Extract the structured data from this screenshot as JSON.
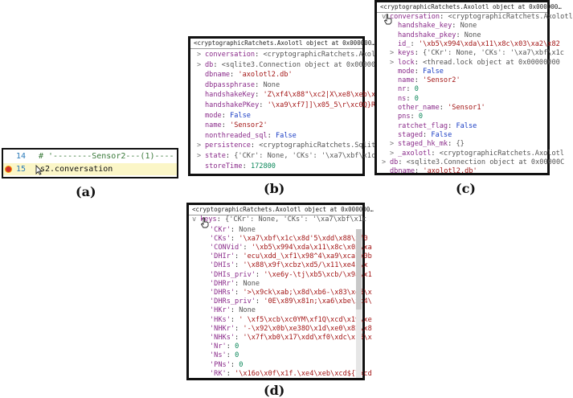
{
  "captions": [
    "(a)",
    "(b)",
    "(c)",
    "(d)"
  ],
  "panel_a": {
    "lines": [
      {
        "num": "14",
        "text": "# '--------Sensor2---(1)------'"
      },
      {
        "num": "15",
        "text": "s2.conversation"
      }
    ]
  },
  "panel_b": {
    "title": "<cryptographicRatchets.Axolotl object at 0x000000…",
    "rows": [
      {
        "exp": true,
        "key": "conversation",
        "val": "<cryptographicRatchets.Axolo",
        "cls": "v"
      },
      {
        "exp": true,
        "key": "db",
        "val": "<sqlite3.Connection object at 0x00000C",
        "cls": "v"
      },
      {
        "exp": false,
        "key": "dbname",
        "val": "'axolotl2.db'",
        "cls": "s"
      },
      {
        "exp": false,
        "key": "dbpassphrase",
        "val": "None",
        "cls": "v"
      },
      {
        "exp": false,
        "key": "handshakeKey",
        "val": "'Z\\xf4\\x88\"\\xc2|X\\xe8\\xeb\\x",
        "cls": "s"
      },
      {
        "exp": false,
        "key": "handshakePKey",
        "val": "'\\xa9\\xf7]]\\x05_5\\r\\xc0Q}R'",
        "cls": "s"
      },
      {
        "exp": false,
        "key": "mode",
        "val": "False",
        "cls": "b"
      },
      {
        "exp": false,
        "key": "name",
        "val": "'Sensor2'",
        "cls": "s"
      },
      {
        "exp": false,
        "key": "nonthreaded_sql",
        "val": "False",
        "cls": "b"
      },
      {
        "exp": true,
        "key": "persistence",
        "val": "<cryptographicRatchets.Sqlit",
        "cls": "v"
      },
      {
        "exp": true,
        "key": "state",
        "val": "{'CKr': None, 'CKs': '\\xa7\\xbf\\x1c",
        "cls": "v"
      },
      {
        "exp": false,
        "key": "storeTime",
        "val": "172800",
        "cls": "n"
      }
    ]
  },
  "panel_c": {
    "title": "<cryptographicRatchets.Axolotl object at 0x000000…",
    "rows": [
      {
        "ind": 0,
        "exp": "v",
        "key": "conversation",
        "val": "<cryptographicRatchets.Axolotl",
        "cls": "v"
      },
      {
        "ind": 1,
        "exp": "",
        "key": "handshake_key",
        "val": "None",
        "cls": "v"
      },
      {
        "ind": 1,
        "exp": "",
        "key": "handshake_pkey",
        "val": "None",
        "cls": "v"
      },
      {
        "ind": 1,
        "exp": "",
        "key": "id_",
        "val": "'\\xb5\\x994\\xda\\x11\\x8c\\x03\\xa2\\x82",
        "cls": "s"
      },
      {
        "ind": 1,
        "exp": ">",
        "key": "keys",
        "val": "{'CKr': None, 'CKs': '\\xa7\\xbf\\x1c",
        "cls": "v"
      },
      {
        "ind": 1,
        "exp": ">",
        "key": "lock",
        "val": "<thread.lock object at 0x00000000",
        "cls": "v"
      },
      {
        "ind": 1,
        "exp": "",
        "key": "mode",
        "val": "False",
        "cls": "b"
      },
      {
        "ind": 1,
        "exp": "",
        "key": "name",
        "val": "'Sensor2'",
        "cls": "s"
      },
      {
        "ind": 1,
        "exp": "",
        "key": "nr",
        "val": "0",
        "cls": "n"
      },
      {
        "ind": 1,
        "exp": "",
        "key": "ns",
        "val": "0",
        "cls": "n"
      },
      {
        "ind": 1,
        "exp": "",
        "key": "other_name",
        "val": "'Sensor1'",
        "cls": "s"
      },
      {
        "ind": 1,
        "exp": "",
        "key": "pns",
        "val": "0",
        "cls": "n"
      },
      {
        "ind": 1,
        "exp": "",
        "key": "ratchet_flag",
        "val": "False",
        "cls": "b"
      },
      {
        "ind": 1,
        "exp": "",
        "key": "staged",
        "val": "False",
        "cls": "b"
      },
      {
        "ind": 1,
        "exp": ">",
        "key": "staged_hk_mk",
        "val": "{}",
        "cls": "v"
      },
      {
        "ind": 1,
        "exp": ">",
        "key": "_axolotl",
        "val": "<cryptographicRatchets.Axolotl",
        "cls": "v"
      },
      {
        "ind": 0,
        "exp": ">",
        "key": "db",
        "val": "<sqlite3.Connection object at 0x00000C",
        "cls": "v"
      },
      {
        "ind": 0,
        "exp": "",
        "key": "dbname",
        "val": "'axolotl2.db'",
        "cls": "s"
      }
    ]
  },
  "panel_d": {
    "title": "<cryptographicRatchets.Axolotl object at 0x000000…",
    "header": {
      "key": "keys",
      "val": "{'CKr': None, 'CKs': '\\xa7\\xbf\\x1c"
    },
    "rows": [
      {
        "key": "'CKr'",
        "val": "None",
        "cls": "v"
      },
      {
        "key": "'CKs'",
        "val": "'\\xa7\\xbf\\x1c\\x8d'5\\xdd\\x88\\xf0",
        "cls": "s"
      },
      {
        "key": "'CONVid'",
        "val": "'\\xb5\\x994\\xda\\x11\\x8c\\x03\\xa",
        "cls": "s"
      },
      {
        "key": "'DHIr'",
        "val": "'ecu\\xdd_\\xf1\\x98^4\\xa9\\xca\\x0b",
        "cls": "s"
      },
      {
        "key": "'DHIs'",
        "val": "'\\x88\\x9f\\xcbz\\xd5/\\x11\\xe4(\\x",
        "cls": "s"
      },
      {
        "key": "'DHIs_priv'",
        "val": "'\\xe6y-\\tj\\xb5\\xcb/\\x9a\\x1",
        "cls": "s"
      },
      {
        "key": "'DHRr'",
        "val": "None",
        "cls": "v"
      },
      {
        "key": "'DHRs'",
        "val": "'>\\x9ck\\xab;\\x8d\\xb6-\\x83\\xd5\\x",
        "cls": "s"
      },
      {
        "key": "'DHRs_priv'",
        "val": "'0E\\x89\\x81n;\\xa6\\xbe\\xc4\\",
        "cls": "s"
      },
      {
        "key": "'HKr'",
        "val": "None",
        "cls": "v"
      },
      {
        "key": "'HKs'",
        "val": "' \\xf5\\xcb\\xc0YM\\xf1Q\\xcd\\x19\\xe",
        "cls": "s"
      },
      {
        "key": "'NHKr'",
        "val": "'-\\x92\\x0b\\xe38O\\x1d\\xe0\\x82\\x8",
        "cls": "s"
      },
      {
        "key": "'NHKs'",
        "val": "'\\x7f\\xb0\\x17\\xdd\\xf0\\xdc\\x15\\x",
        "cls": "s"
      },
      {
        "key": "'Nr'",
        "val": "0",
        "cls": "n"
      },
      {
        "key": "'Ns'",
        "val": "0",
        "cls": "n"
      },
      {
        "key": "'PNs'",
        "val": "0",
        "cls": "n"
      },
      {
        "key": "'RK'",
        "val": "'\\x16o\\x0f\\x1f.\\xe4\\xeb\\xcd${\\xcd",
        "cls": "s"
      }
    ]
  }
}
